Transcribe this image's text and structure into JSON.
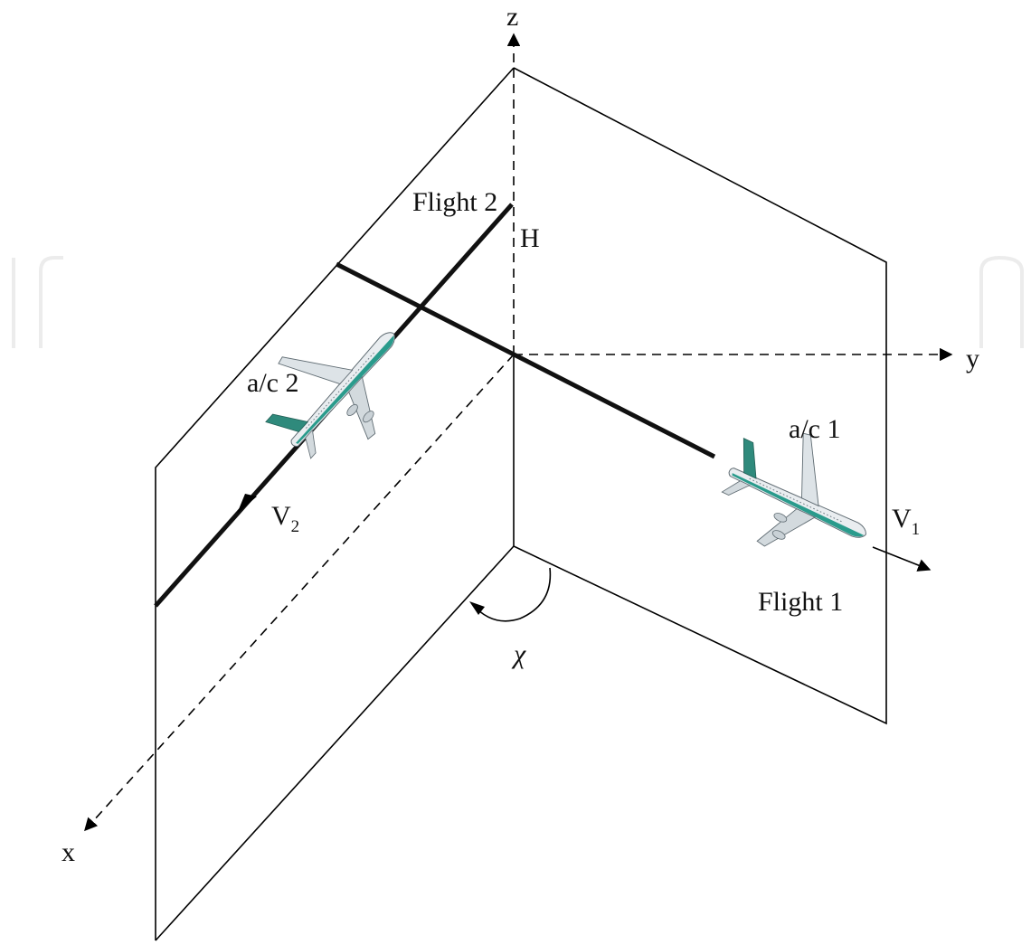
{
  "labels": {
    "z_axis": "z",
    "y_axis": "y",
    "x_axis": "x",
    "height": "H",
    "flight2": "Flight 2",
    "flight1": "Flight 1",
    "ac2": "a/c 2",
    "ac1": "a/c 1",
    "v2_main": "V",
    "v2_sub": "2",
    "v1_main": "V",
    "v1_sub": "1",
    "angle": "χ"
  },
  "colors": {
    "aircraft_body": "#e9edf0",
    "aircraft_teal": "#2a9b8c",
    "aircraft_tail": "#2f8a7c",
    "line": "#000000"
  },
  "icons": {
    "aircraft": "airplane-icon"
  }
}
